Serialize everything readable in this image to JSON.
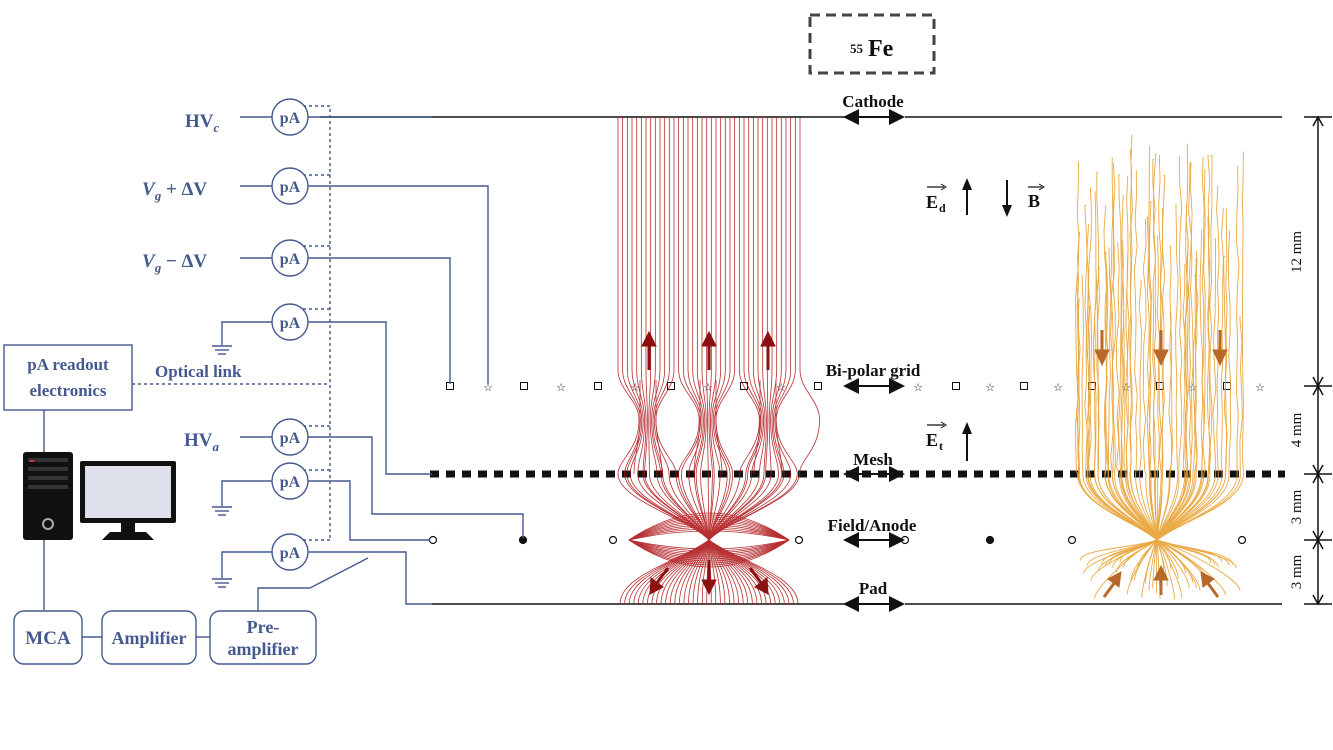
{
  "source_label": {
    "sup": "55",
    "main": "Fe"
  },
  "electrode_labels": {
    "cathode": "Cathode",
    "grid": "Bi-polar grid",
    "mesh": "Mesh",
    "anode": "Field/Anode",
    "pad": "Pad"
  },
  "field_labels": {
    "drift": "E",
    "drift_sub": "d",
    "magnetic": "B",
    "transfer": "E",
    "transfer_sub": "t"
  },
  "voltages": {
    "hvc": {
      "main": "HV",
      "sub": "c"
    },
    "vg_plus": {
      "main": "V",
      "sub": "g",
      "rest": " + ΔV"
    },
    "vg_minus": {
      "main": "V",
      "sub": "g",
      "rest": " − ΔV"
    },
    "hva": {
      "main": "HV",
      "sub": "a"
    }
  },
  "ammeter_label": "pA",
  "readout": {
    "line1": "pA readout",
    "line2": "electronics"
  },
  "optical_link": "Optical link",
  "chain": {
    "mca": "MCA",
    "amplifier": "Amplifier",
    "preamp_line1": "Pre-",
    "preamp_line2": "amplifier"
  },
  "dimensions": {
    "drift": "12 mm",
    "transfer": "4 mm",
    "gap1": "3 mm",
    "gap2": "3 mm"
  },
  "colors": {
    "ui_blue": "#44598f",
    "field_red": "#b0191c",
    "arrow_red": "#8b1010",
    "track_orange": "#e8a030",
    "arrow_orange": "#b8692a"
  },
  "icons": [
    "computer-tower-icon",
    "monitor-icon",
    "ground-icon",
    "double-arrow-icon"
  ]
}
